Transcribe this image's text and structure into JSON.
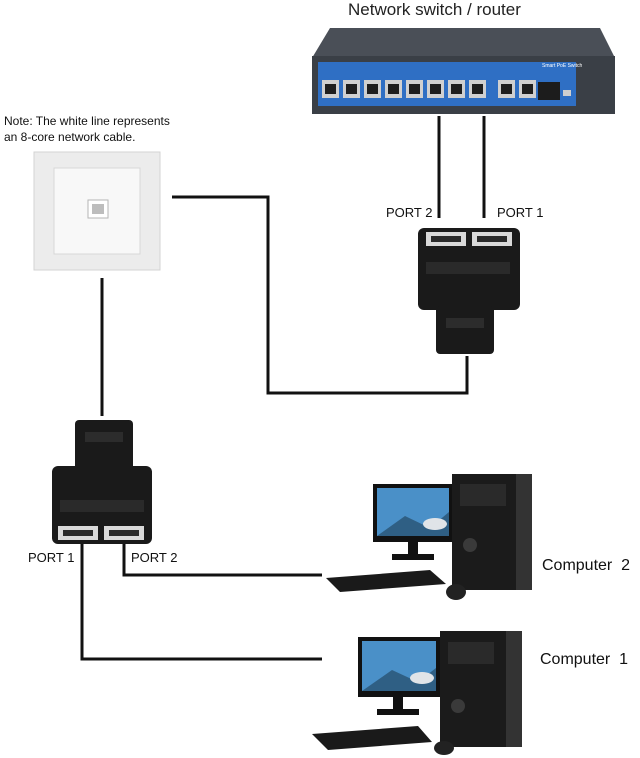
{
  "switch": {
    "title": "Network switch / router",
    "badge_text": "Smart PoE Switch",
    "port_count": 10
  },
  "note": {
    "line1": "Note: The white line represents",
    "line2": "an 8-core network cable."
  },
  "top_splitter": {
    "port2_label": "PORT 2",
    "port1_label": "PORT 1"
  },
  "bottom_splitter": {
    "port1_label": "PORT 1",
    "port2_label": "PORT 2"
  },
  "computers": {
    "computer2_label": "Computer  2",
    "computer1_label": "Computer  1"
  },
  "colors": {
    "switch_body": "#3a3f46",
    "switch_panel": "#2f6fc4",
    "cable": "#111111",
    "connector": "#1a1a1a",
    "wallplate": "#f2f2f2"
  }
}
